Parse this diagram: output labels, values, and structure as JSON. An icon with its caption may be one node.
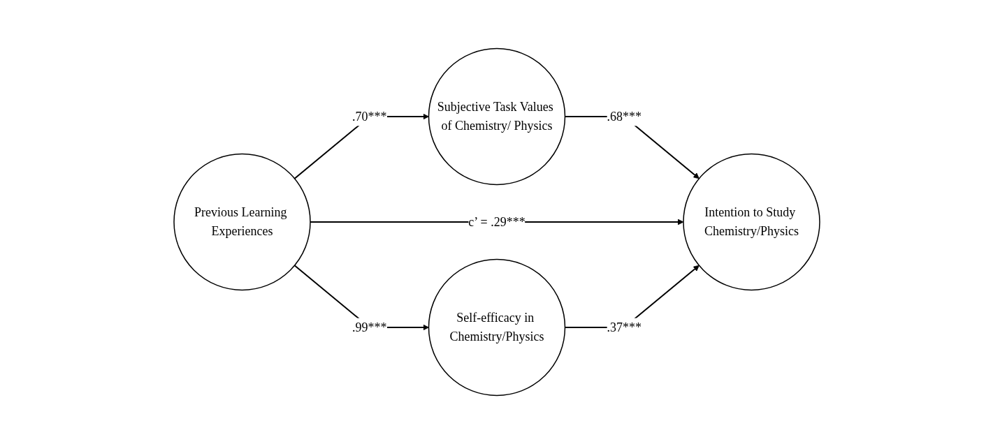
{
  "diagram": {
    "nodes": [
      {
        "text": [
          "Previous Learning Experiences"
        ]
      },
      {
        "text": [
          "Subjective Task Values of Chemistry/ Physics"
        ]
      },
      {
        "text": [
          "Self-efficacy in Chemistry/Physics"
        ]
      },
      {
        "text": [
          "Intention to Study Chemistry/Physics"
        ]
      }
    ],
    "edges": [
      {
        "from": 0,
        "to": 1,
        "arrow": "to",
        "label": ".70***"
      },
      {
        "from": 1,
        "to": 3,
        "arrow": "to",
        "label": ".68***"
      },
      {
        "from": 0,
        "to": 3,
        "arrow": "to",
        "label": "c’ = .29***"
      },
      {
        "from": 0,
        "to": 2,
        "arrow": "to",
        "label": ".99***"
      },
      {
        "from": 2,
        "to": 3,
        "arrow": "to",
        "label": ".37***"
      }
    ]
  }
}
